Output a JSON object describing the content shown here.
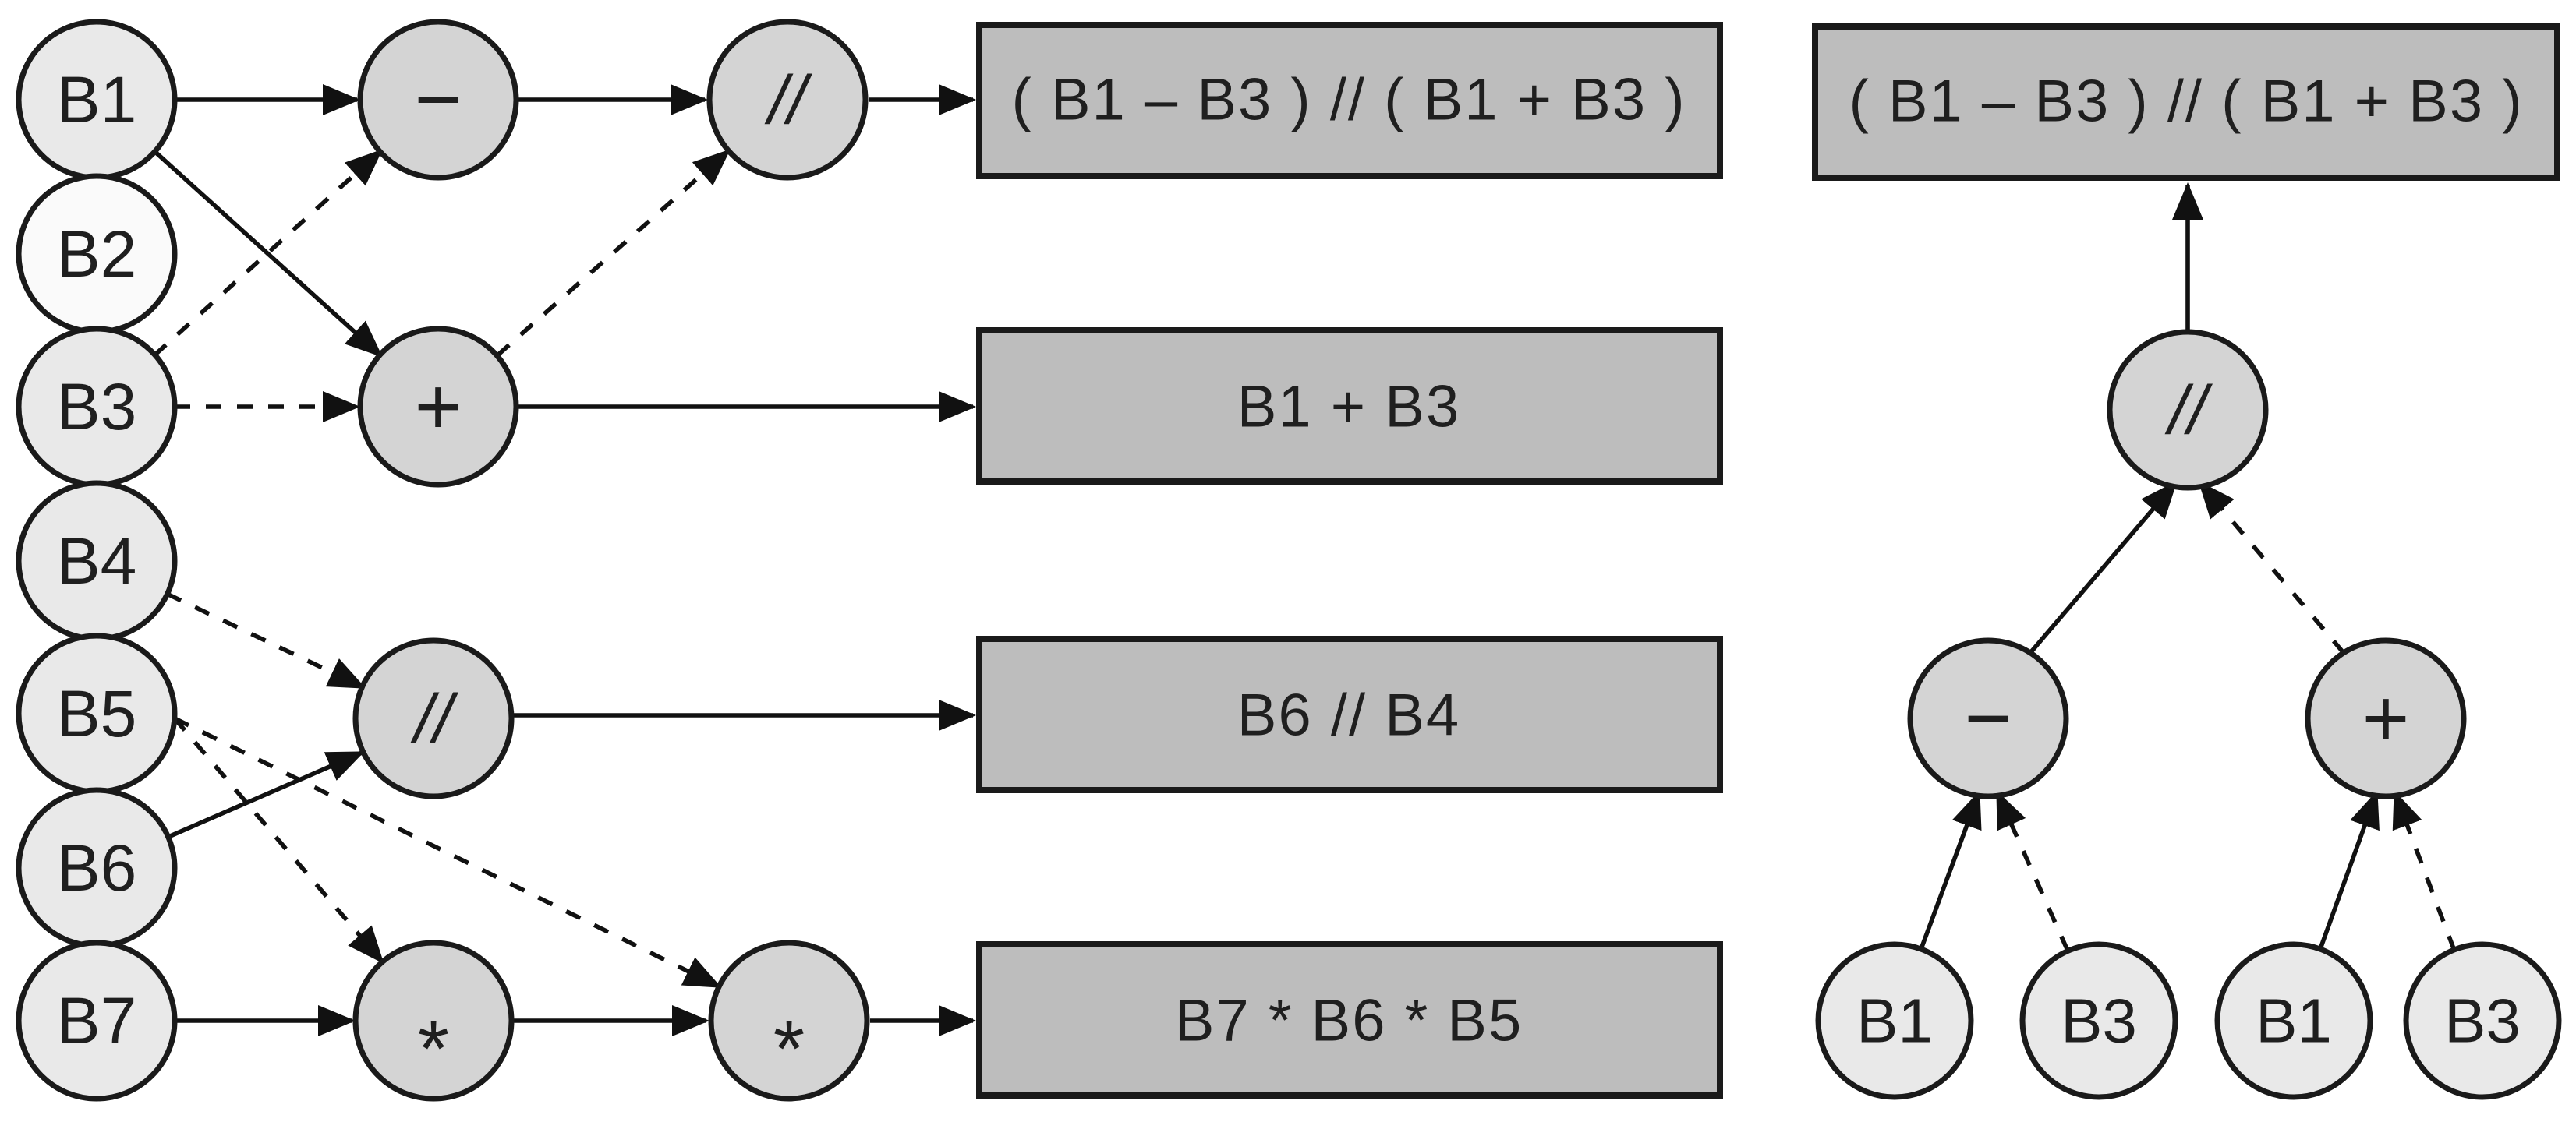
{
  "diagram": {
    "colors": {
      "background": "#ffffff",
      "cell_fill": "#e9e9e9",
      "unused_cell_fill": "#fafafa",
      "operator_fill": "#d4d4d4",
      "result_box_fill": "#bdbdbd",
      "outline": "#1a1a1a",
      "edge": "#111111"
    },
    "cells": [
      "B1",
      "B2",
      "B3",
      "B4",
      "B5",
      "B6",
      "B7"
    ],
    "left_graph": {
      "operators": {
        "minus": "−",
        "plus": "+",
        "floordiv": "//",
        "floordiv_top": "//",
        "mul1": "*",
        "mul2": "*"
      },
      "results": [
        "( B1 – B3 ) // ( B1 + B3 )",
        "B1 + B3",
        "B6 // B4",
        "B7 * B6 * B5"
      ]
    },
    "right_tree": {
      "root": "( B1 – B3 ) // ( B1 + B3 )",
      "operators": {
        "floordiv": "//",
        "minus": "−",
        "plus": "+"
      },
      "leaves": [
        "B1",
        "B3",
        "B1",
        "B3"
      ]
    }
  }
}
